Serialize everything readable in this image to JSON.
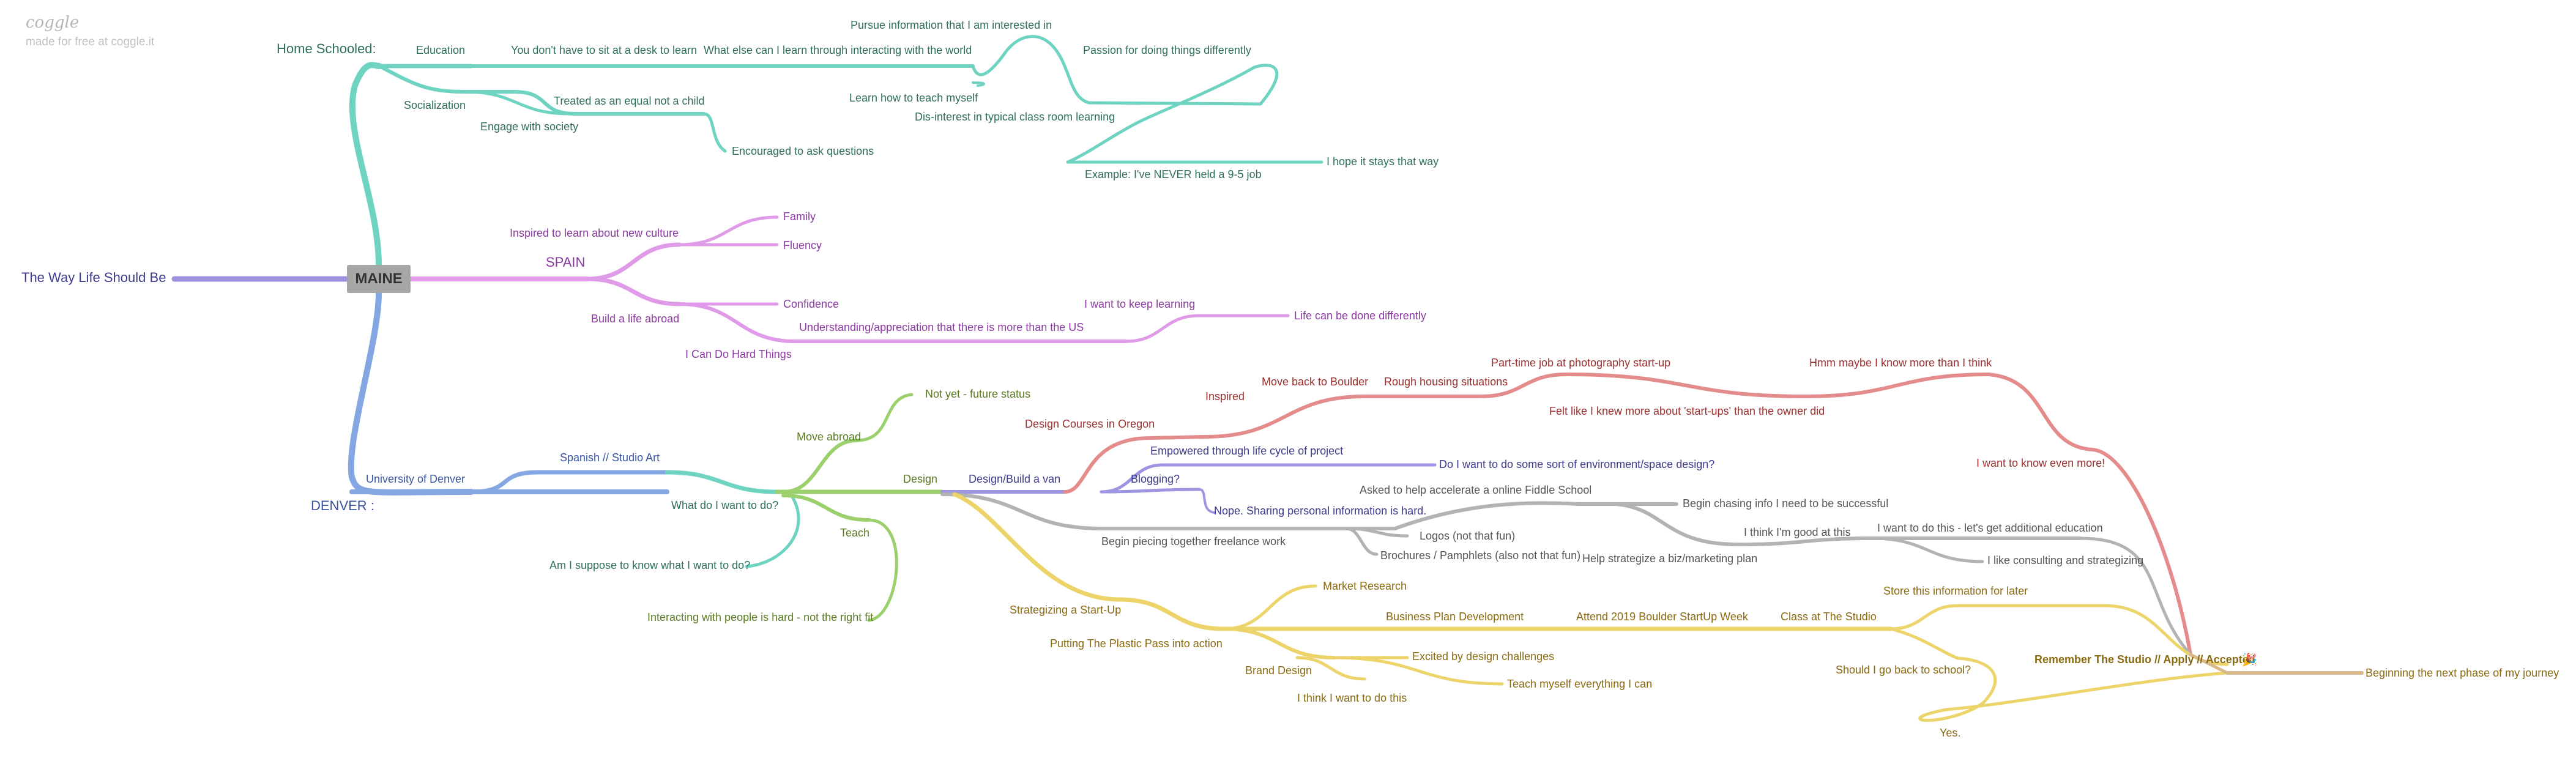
{
  "brand": {
    "logo": "coggle",
    "tagline": "made for free at coggle.it"
  },
  "root": "MAINE",
  "colors": {
    "teal": "#6fd3c1",
    "purple": "#e09be8",
    "lavender": "#9d95e2",
    "blue": "#84a6e2",
    "green": "#9bd06c",
    "red": "#e48b8b",
    "grey": "#b3b3b3",
    "gold": "#ecd46a",
    "tan": "#d9b98c"
  },
  "labels": {
    "way": "The Way Life Should Be",
    "homeschooled": "Home Schooled:",
    "education": "Education",
    "desk": "You don't have to sit at a desk to learn",
    "whatelse": "What else can I learn through interacting with the world",
    "pursue": "Pursue information that I am interested in",
    "passion": "Passion for doing things differently",
    "learnteach": "Learn how to teach myself",
    "disinterest": "Dis-interest in typical class room learning",
    "example": "Example: I've NEVER held a 9-5 job",
    "hope": "I hope it stays that way",
    "socialization": "Socialization",
    "treated": "Treated as an equal not a child",
    "engage": "Engage with society",
    "encouraged": "Encouraged to ask questions",
    "spain": "SPAIN",
    "inspired_culture": "Inspired to learn about new culture",
    "family": "Family",
    "fluency": "Fluency",
    "buildlife": "Build a life abroad",
    "confidence": "Confidence",
    "understanding": "Understanding/appreciation that there is more than the US",
    "keeplearning": "I want to keep learning",
    "lifedone": "Life can be done differently",
    "hardthings": "I Can Do Hard Things",
    "denver": "DENVER :",
    "udenver": "University of Denver",
    "spanishart": "Spanish // Studio Art",
    "whatdo": "What do I want to do?",
    "suppose": "Am I suppose to know what I want to do?",
    "moveabroad": "Move abroad",
    "notyet": "Not yet - future status",
    "design": "Design",
    "teach": "Teach",
    "interacting": "Interacting with people is hard - not the right fit",
    "designcourses": "Design Courses in Oregon",
    "inspired": "Inspired",
    "moveboulder": "Move back to Boulder",
    "rough": "Rough housing situations",
    "parttime": "Part-time job at photography start-up",
    "feltlike": "Felt like I knew more about 'start-ups' than the owner did",
    "hmm": "Hmm maybe I know more than I think",
    "knowmore": "I want to know even more!",
    "designvan": "Design/Build a van",
    "empowered": "Empowered through life cycle of project",
    "environment": "Do I want to do some sort of environment/space design?",
    "blogging": "Blogging?",
    "nope": "Nope. Sharing personal information is hard.",
    "fiddle": "Asked to help accelerate a online Fiddle School",
    "chasing": "Begin chasing info I need to be successful",
    "freelance": "Begin piecing together freelance work",
    "logos": "Logos (not that fun)",
    "brochures": "Brochures / Pamphlets (also not that fun)",
    "strategize": "Help strategize a biz/marketing plan",
    "goodat": "I think I'm good at this",
    "wantdo": "I want to do this - let's get additional education",
    "consulting": "I like consulting and strategizing",
    "startup": "Strategizing a Start-Up",
    "plastic": "Putting The Plastic Pass into action",
    "market": "Market Research",
    "bizplan": "Business Plan Development",
    "attend": "Attend 2019 Boulder StartUp Week",
    "classstudio": "Class at The Studio",
    "store": "Store this information for later",
    "goback": "Should I go back to school?",
    "yes": "Yes.",
    "remember": "Remember The Studio // Apply // Accepted",
    "nextphase": "Beginning the next phase of my journey",
    "branddesign": "Brand Design",
    "excited": "Excited by design challenges",
    "teachmyself": "Teach myself everything I can",
    "thinkdo": "I think I want to do this"
  },
  "flag_icon": "party-popper-icon"
}
